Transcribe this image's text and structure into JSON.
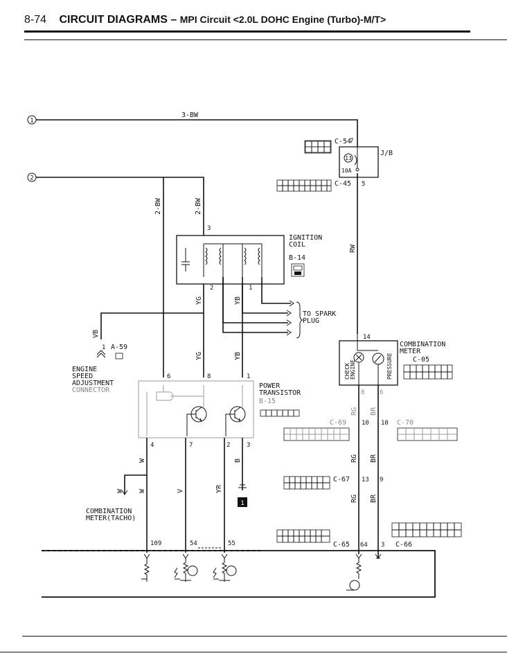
{
  "header": {
    "page_number": "8-74",
    "title": "CIRCUIT DIAGRAMS",
    "dash": "–",
    "subtitle": "MPI Circuit <2.0L DOHC Engine (Turbo)-M/T>"
  },
  "diagram": {
    "refs": [
      "1",
      "2",
      "1"
    ],
    "wire_colors": {
      "top_bus": "3-BW",
      "left_feed": "2-BW",
      "coil_feed": "2-BW",
      "rw": "RW",
      "yg_upper": "YG",
      "yb_upper": "YB",
      "yg_lower": "YG",
      "yb_lower": "YB",
      "vb": "VB",
      "w_main": "W",
      "w_a": "W",
      "w_b": "W",
      "v": "V",
      "yr": "YR",
      "b": "B",
      "rg_1": "RG",
      "rg_2": "RG",
      "br_1": "BR",
      "br_2": "BR"
    },
    "components": {
      "ignition_coil": {
        "label_1": "IGNITION",
        "label_2": "COIL",
        "id": "B-14"
      },
      "spark_plug": {
        "label_1": "TO SPARK",
        "label_2": "PLUG"
      },
      "jb": {
        "label": "J/B",
        "fuse_no": "13",
        "fuse_amp": "10A"
      },
      "combination_meter": {
        "label_1": "COMBINATION",
        "label_2": "METER",
        "id": "C-05",
        "lamp_1": "CHECK",
        "lamp_2": "ENGINE",
        "gauge": "PRESSURE"
      },
      "engine_speed": {
        "label_1": "ENGINE",
        "label_2": "SPEED",
        "label_3": "ADJUSTMENT",
        "label_4": "CONNECTOR",
        "id": "A-59"
      },
      "power_transistor": {
        "label_1": "POWER",
        "label_2": "TRANSISTOR",
        "id": "B-15"
      },
      "tacho": {
        "label_1": "COMBINATION",
        "label_2": "METER(TACHO)"
      }
    },
    "connectors": {
      "c54": "C-54",
      "c45": "C-45",
      "c69": "C-69",
      "c70": "C-70",
      "c67": "C-67",
      "c65": "C-65",
      "c66": "C-66"
    },
    "pins": {
      "c54_pin": "7",
      "c45_pin": "5",
      "coil_3": "3",
      "coil_2": "2",
      "coil_1": "1",
      "meter_14": "14",
      "meter_8": "8",
      "meter_6": "6",
      "c69_10": "10",
      "c70_10": "10",
      "c67_13": "13",
      "c67_9": "9",
      "c65_64": "64",
      "c66_3": "3",
      "a59_1": "1",
      "pt_6": "6",
      "pt_8": "8",
      "pt_1": "1",
      "pt_4": "4",
      "pt_7": "7",
      "pt_2": "2",
      "pt_3": "3",
      "ecu_109": "109",
      "ecu_54": "54",
      "ecu_55": "55"
    },
    "ground_badge": "1"
  }
}
